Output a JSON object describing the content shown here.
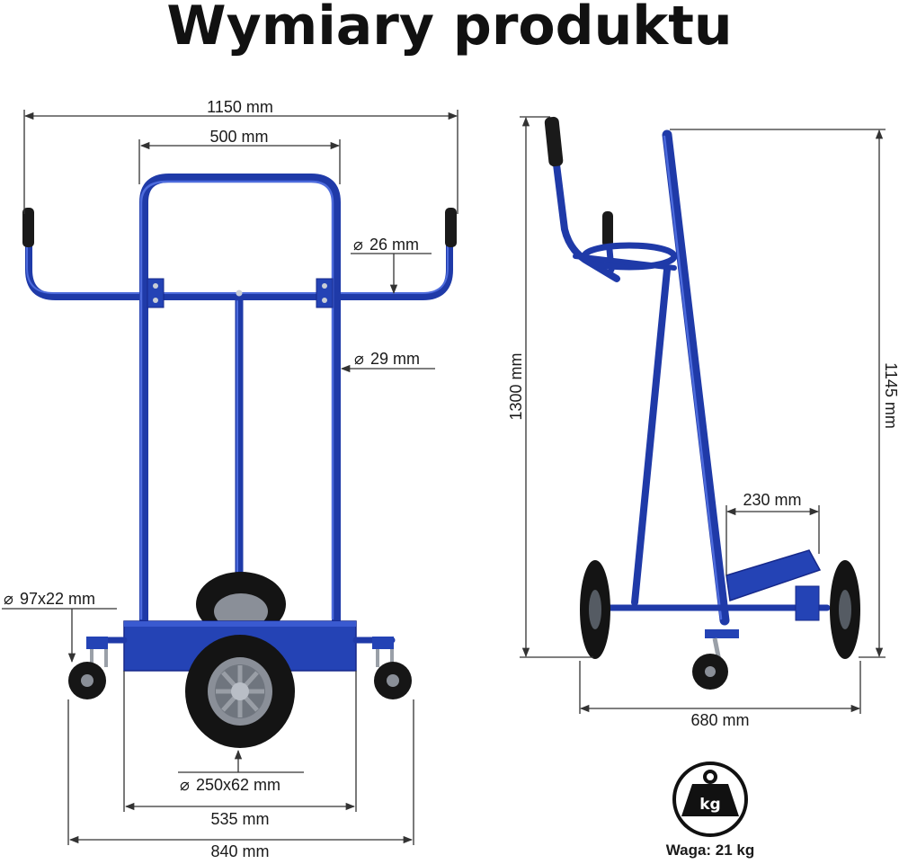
{
  "title": "Wymiary produktu",
  "colors": {
    "frame": "#1f3aa8",
    "frame_highlight": "#4d6bdc",
    "tire": "#161616",
    "rim": "#8a8f98",
    "grip": "#1a1a1a"
  },
  "front_view": {
    "total_width": "1150 mm",
    "frame_width": "500 mm",
    "handle_tube_diameter": "26 mm",
    "frame_tube_diameter": "29 mm",
    "caster_wheel": "97x22 mm",
    "main_wheel": "250x62 mm",
    "base_width": "535 mm",
    "wheelbase_width": "840 mm"
  },
  "side_view": {
    "total_height": "1300 mm",
    "frame_height": "1145 mm",
    "platform_depth": "230 mm",
    "total_depth": "680 mm"
  },
  "weight": {
    "icon": "weight-kg-icon",
    "icon_text": "kg",
    "label": "Waga: 21 kg"
  },
  "diameter_symbol": "⌀"
}
